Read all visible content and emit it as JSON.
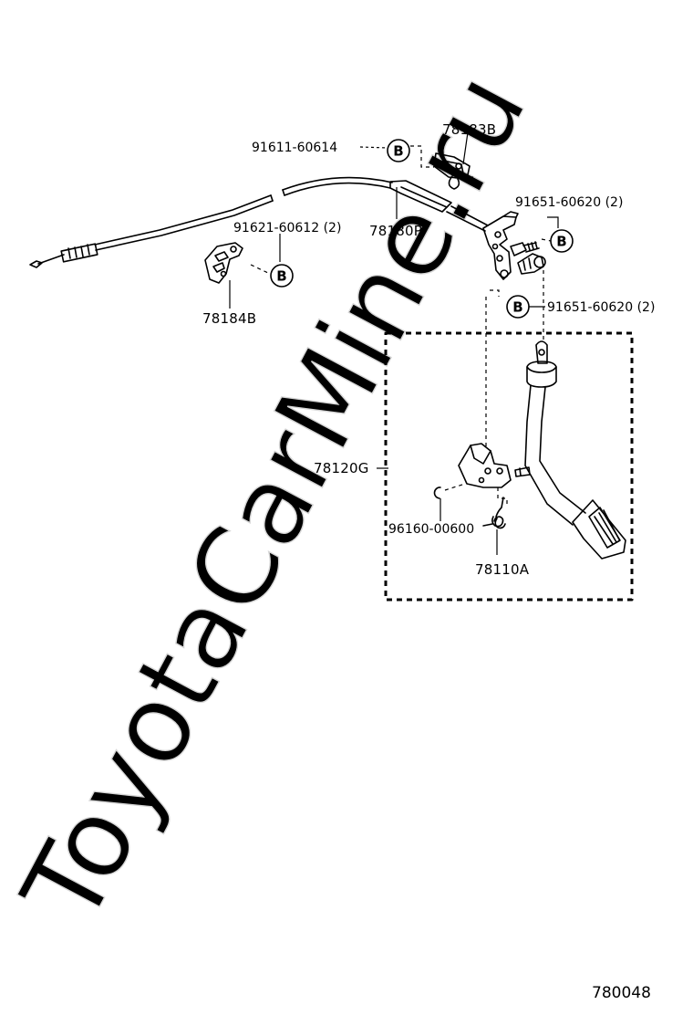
{
  "watermark": "ToyotaCarMine.ru",
  "diagram_id": "780048",
  "marker_letter": "B",
  "labels": {
    "p91611": "91611-60614",
    "p78183B": "78183B",
    "p91651_top": "91651-60620 (2)",
    "p91621": "91621-60612 (2)",
    "p78180P": "78180P",
    "p78184B": "78184B",
    "p91651_mid": "91651-60620 (2)",
    "p78120G": "78120G",
    "p96160": "96160-00600",
    "p78110A": "78110A"
  }
}
